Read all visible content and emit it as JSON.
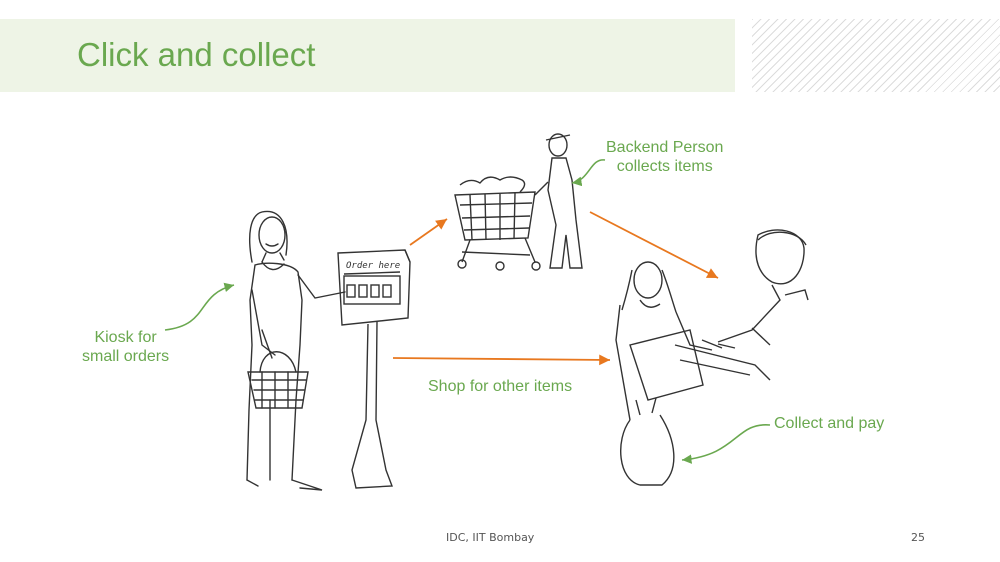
{
  "slide": {
    "title": "Click and collect",
    "footer_center": "IDC, IIT Bombay",
    "page_number": "25"
  },
  "labels": {
    "kiosk_line1": "Kiosk for",
    "kiosk_line2": "small orders",
    "backend_line1": "Backend Person",
    "backend_line2": "collects items",
    "shop": "Shop for other items",
    "collect": "Collect and pay",
    "kiosk_screen": "Order here"
  },
  "colors": {
    "accent": "#6aa84f",
    "arrow": "#e8781f",
    "title_band": "#eef4e6"
  }
}
